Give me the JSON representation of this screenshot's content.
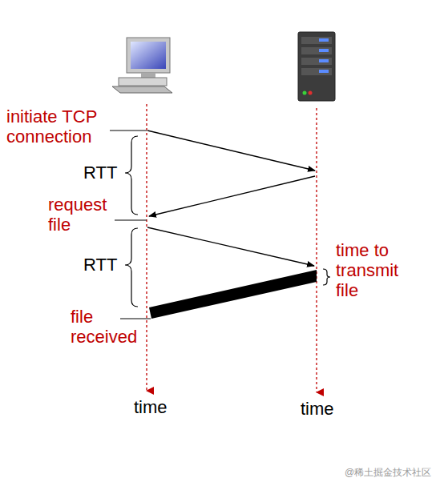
{
  "diagram": {
    "labels": [
      "initiate TCP connection",
      "RTT",
      "request file",
      "RTT",
      "time to transmit file",
      "file received",
      "time",
      "time",
      "@稀土掘金技术社区"
    ]
  }
}
